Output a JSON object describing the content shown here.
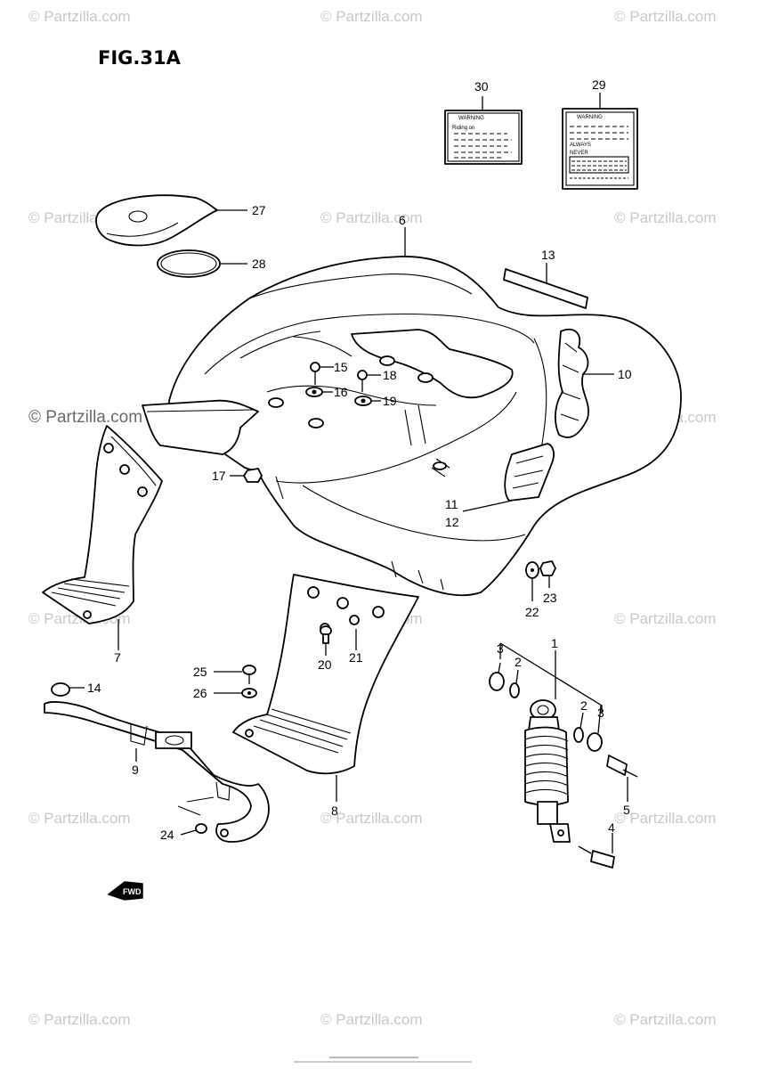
{
  "figure_title": "FIG.31A",
  "watermark": "© Partzilla.com",
  "callouts": [
    "30",
    "29",
    "27",
    "28",
    "6",
    "13",
    "10",
    "15",
    "18",
    "16",
    "19",
    "17",
    "11",
    "12",
    "22",
    "23",
    "7",
    "20",
    "21",
    "1",
    "3",
    "2",
    "2",
    "3",
    "25",
    "26",
    "14",
    "9",
    "5",
    "4",
    "8",
    "24"
  ],
  "warning_label_title": "WARNING",
  "warning_label_line": "Riding on",
  "warning_label2_words": [
    "ALWAYS",
    "NEVER"
  ],
  "fwd_arrow": "FWD"
}
